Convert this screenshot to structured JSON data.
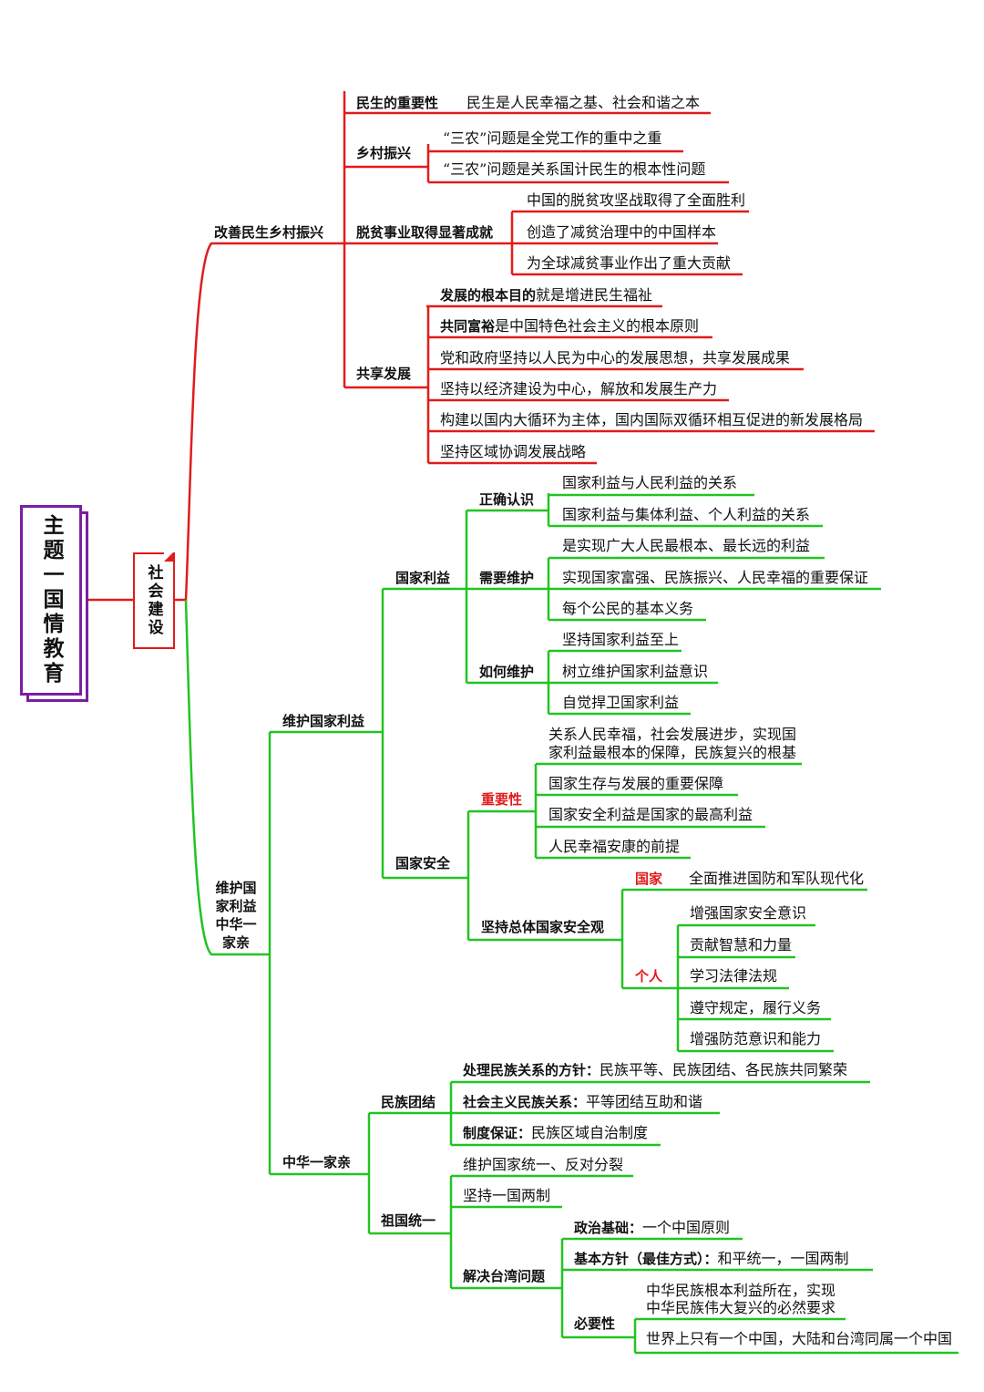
{
  "colors": {
    "red": "#e21b1b",
    "green": "#22c422",
    "purple": "#7a1fa2"
  },
  "root": "主题一国情教育",
  "branch": "社会建设",
  "nodes": {
    "n1": "改善民生乡村振兴",
    "n1a": "民生的重要性",
    "n1a1": "民生是人民幸福之基、社会和谐之本",
    "n1b": "乡村振兴",
    "n1b1": "“三农”问题是全党工作的重中之重",
    "n1b2": "“三农”问题是关系国计民生的根本性问题",
    "n1c": "脱贫事业取得显著成就",
    "n1c1": "中国的脱贫攻坚战取得了全面胜利",
    "n1c2": "创造了减贫治理中的中国样本",
    "n1c3": "为全球减贫事业作出了重大贡献",
    "n1d": "共享发展",
    "n1d1b": "发展的根本目的",
    "n1d1": "就是增进民生福祉",
    "n1d2b": "共同富裕",
    "n1d2": "是中国特色社会主义的根本原则",
    "n1d3": "党和政府坚持以人民为中心的发展思想，共享发展成果",
    "n1d4": "坚持以经济建设为中心，解放和发展生产力",
    "n1d5": "构建以国内大循环为主体，国内国际双循环相互促进的新发展格局",
    "n1d6": "坚持区域协调发展战略",
    "n2": "维护国家利益中华一家亲",
    "n21": "维护国家利益",
    "n211": "国家利益",
    "n211a": "正确认识",
    "n211a1": "国家利益与人民利益的关系",
    "n211a2": "国家利益与集体利益、个人利益的关系",
    "n211b": "需要维护",
    "n211b1": "是实现广大人民最根本、最长远的利益",
    "n211b2": "实现国家富强、民族振兴、人民幸福的重要保证",
    "n211b3": "每个公民的基本义务",
    "n211c": "如何维护",
    "n211c1": "坚持国家利益至上",
    "n211c2": "树立维护国家利益意识",
    "n211c3": "自觉捍卫国家利益",
    "n212": "国家安全",
    "n212a": "重要性",
    "n212a1a": "关系人民幸福，社会发展进步，实现国",
    "n212a1b": "家利益最根本的保障，民族复兴的根基",
    "n212a2": "国家生存与发展的重要保障",
    "n212a3": "国家安全利益是国家的最高利益",
    "n212a4": "人民幸福安康的前提",
    "n212b": "坚持总体国家安全观",
    "n212b1": "国家",
    "n212b1a": "全面推进国防和军队现代化",
    "n212b2": "个人",
    "n212b2a": "增强国家安全意识",
    "n212b2b": "贡献智慧和力量",
    "n212b2c": "学习法律法规",
    "n212b2d": "遵守规定，履行义务",
    "n212b2e": "增强防范意识和能力",
    "n22": "中华一家亲",
    "n221": "民族团结",
    "n221ab": "处理民族关系的方针：",
    "n221a": "民族平等、民族团结、各民族共同繁荣",
    "n221bb": "社会主义民族关系：",
    "n221b": "平等团结互助和谐",
    "n221cb": "制度保证：",
    "n221c": "民族区域自治制度",
    "n222": "祖国统一",
    "n222a": "维护国家统一、反对分裂",
    "n222b": "坚持一国两制",
    "n222c": "解决台湾问题",
    "n222c1b": "政治基础：",
    "n222c1": "一个中国原则",
    "n222c2b": "基本方针（最佳方式）：",
    "n222c2": "和平统一，一国两制",
    "n222c3": "必要性",
    "n222c3aa": "中华民族根本利益所在，实现",
    "n222c3ab": "中华民族伟大复兴的必然要求",
    "n222c3b": "世界上只有一个中国，大陆和台湾同属一个中国"
  }
}
